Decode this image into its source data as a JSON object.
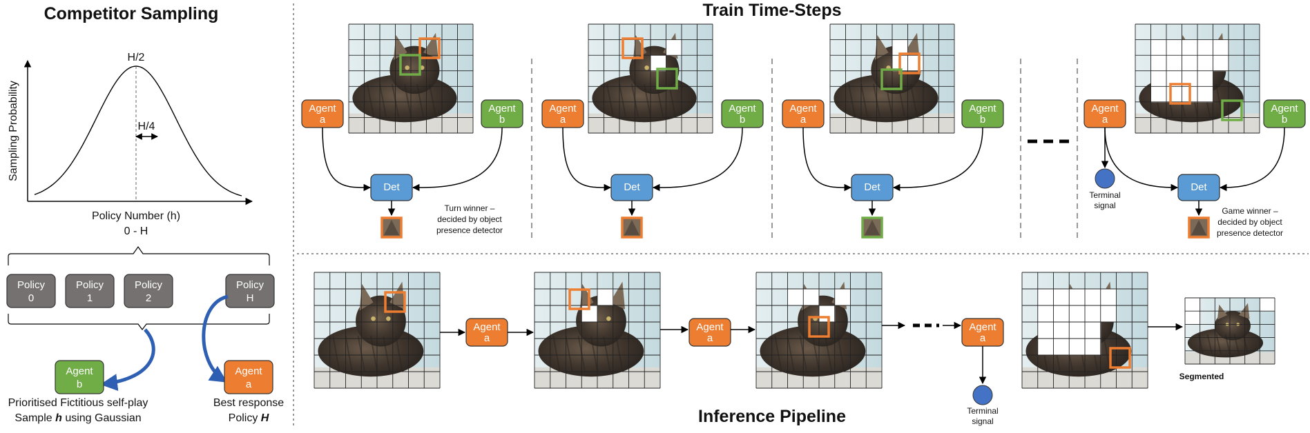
{
  "colors": {
    "agent_a": "#ed7d31",
    "agent_b": "#70ad47",
    "det": "#5b9bd5",
    "policy": "#767171",
    "terminal": "#4472c4",
    "arrow_blue": "#2f5fb3",
    "sky": "#cfe1e6",
    "cat_dark": "#4a3f36",
    "cat_mid": "#7b6a58",
    "floor": "#dcdad5"
  },
  "left": {
    "title": "Competitor Sampling",
    "y_axis_label": "Sampling Probability",
    "x_axis_label": "Policy Number (h)",
    "x_range_label": "0 - H",
    "peak_label": "H/2",
    "spread_label": "H/4",
    "policies": [
      {
        "line1": "Policy",
        "line2": "0"
      },
      {
        "line1": "Policy",
        "line2": "1"
      },
      {
        "line1": "Policy",
        "line2": "2"
      },
      {
        "line1": "Policy",
        "line2": "H"
      }
    ],
    "agent_b": {
      "line1": "Agent",
      "line2": "b"
    },
    "agent_a": {
      "line1": "Agent",
      "line2": "a"
    },
    "pfsp_caption": {
      "line1": "Prioritised Fictitious self-play",
      "line2_pre": "Sample ",
      "line2_bold": "h",
      "line2_post": " using Gaussian"
    },
    "br_caption": {
      "line1": "Best response",
      "line2_pre": "Policy ",
      "line2_bold": "H"
    }
  },
  "train": {
    "title": "Train Time-Steps",
    "agent_a": {
      "line1": "Agent",
      "line2": "a"
    },
    "agent_b": {
      "line1": "Agent",
      "line2": "b"
    },
    "det_label": "Det",
    "turn_caption": [
      "Turn winner –",
      "decided by object",
      "presence detector"
    ],
    "game_caption": [
      "Game winner –",
      "decided by object",
      "presence detector"
    ],
    "terminal": [
      "Terminal",
      "signal"
    ]
  },
  "inference": {
    "title": "Inference Pipeline",
    "agent": {
      "line1": "Agent",
      "line2": "a"
    },
    "terminal": [
      "Terminal",
      "signal"
    ],
    "segmented_label": "Segmented"
  }
}
